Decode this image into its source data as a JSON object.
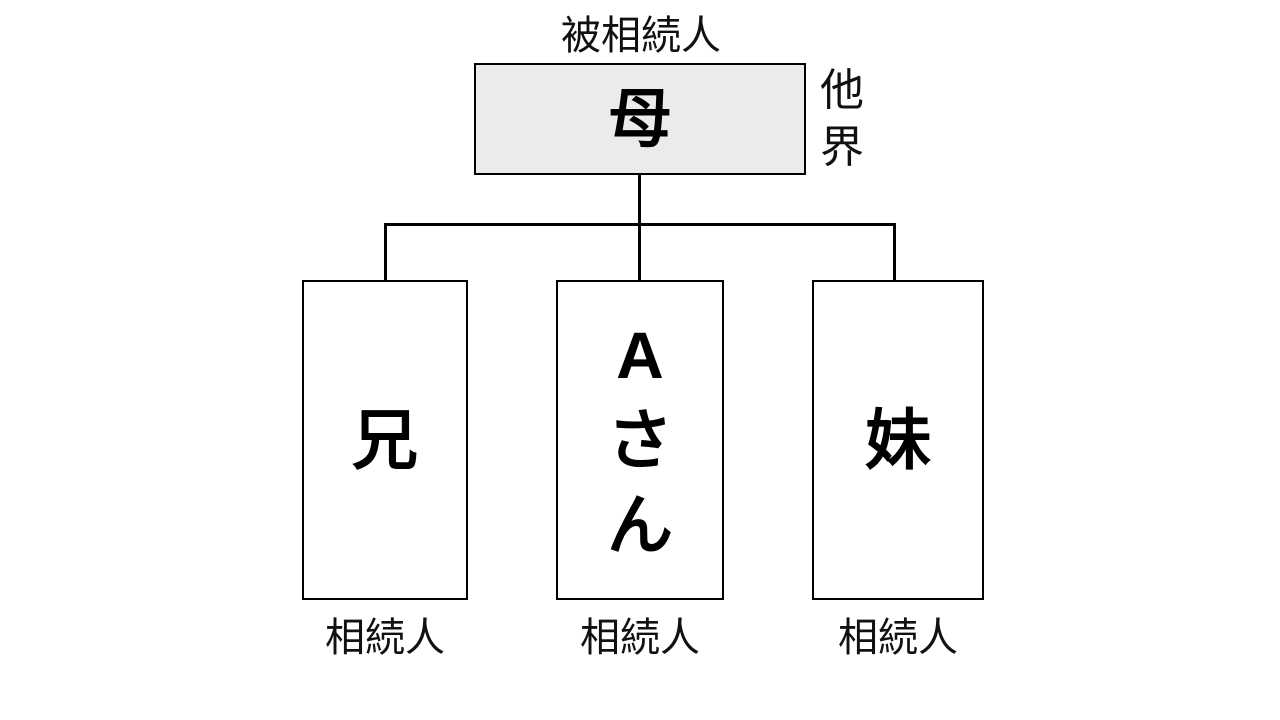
{
  "diagram": {
    "decedent_label": "被相続人",
    "decedent": {
      "name": "母",
      "status_note": "他界"
    },
    "heirs": [
      {
        "name": "兄",
        "role_label": "相続人"
      },
      {
        "name": "Aさん",
        "role_label": "相続人"
      },
      {
        "name": "妹",
        "role_label": "相続人"
      }
    ],
    "colors": {
      "decedent_box_fill": "#ebebeb",
      "heir_box_fill": "#ffffff",
      "line": "#000000",
      "text": "#000000"
    }
  }
}
